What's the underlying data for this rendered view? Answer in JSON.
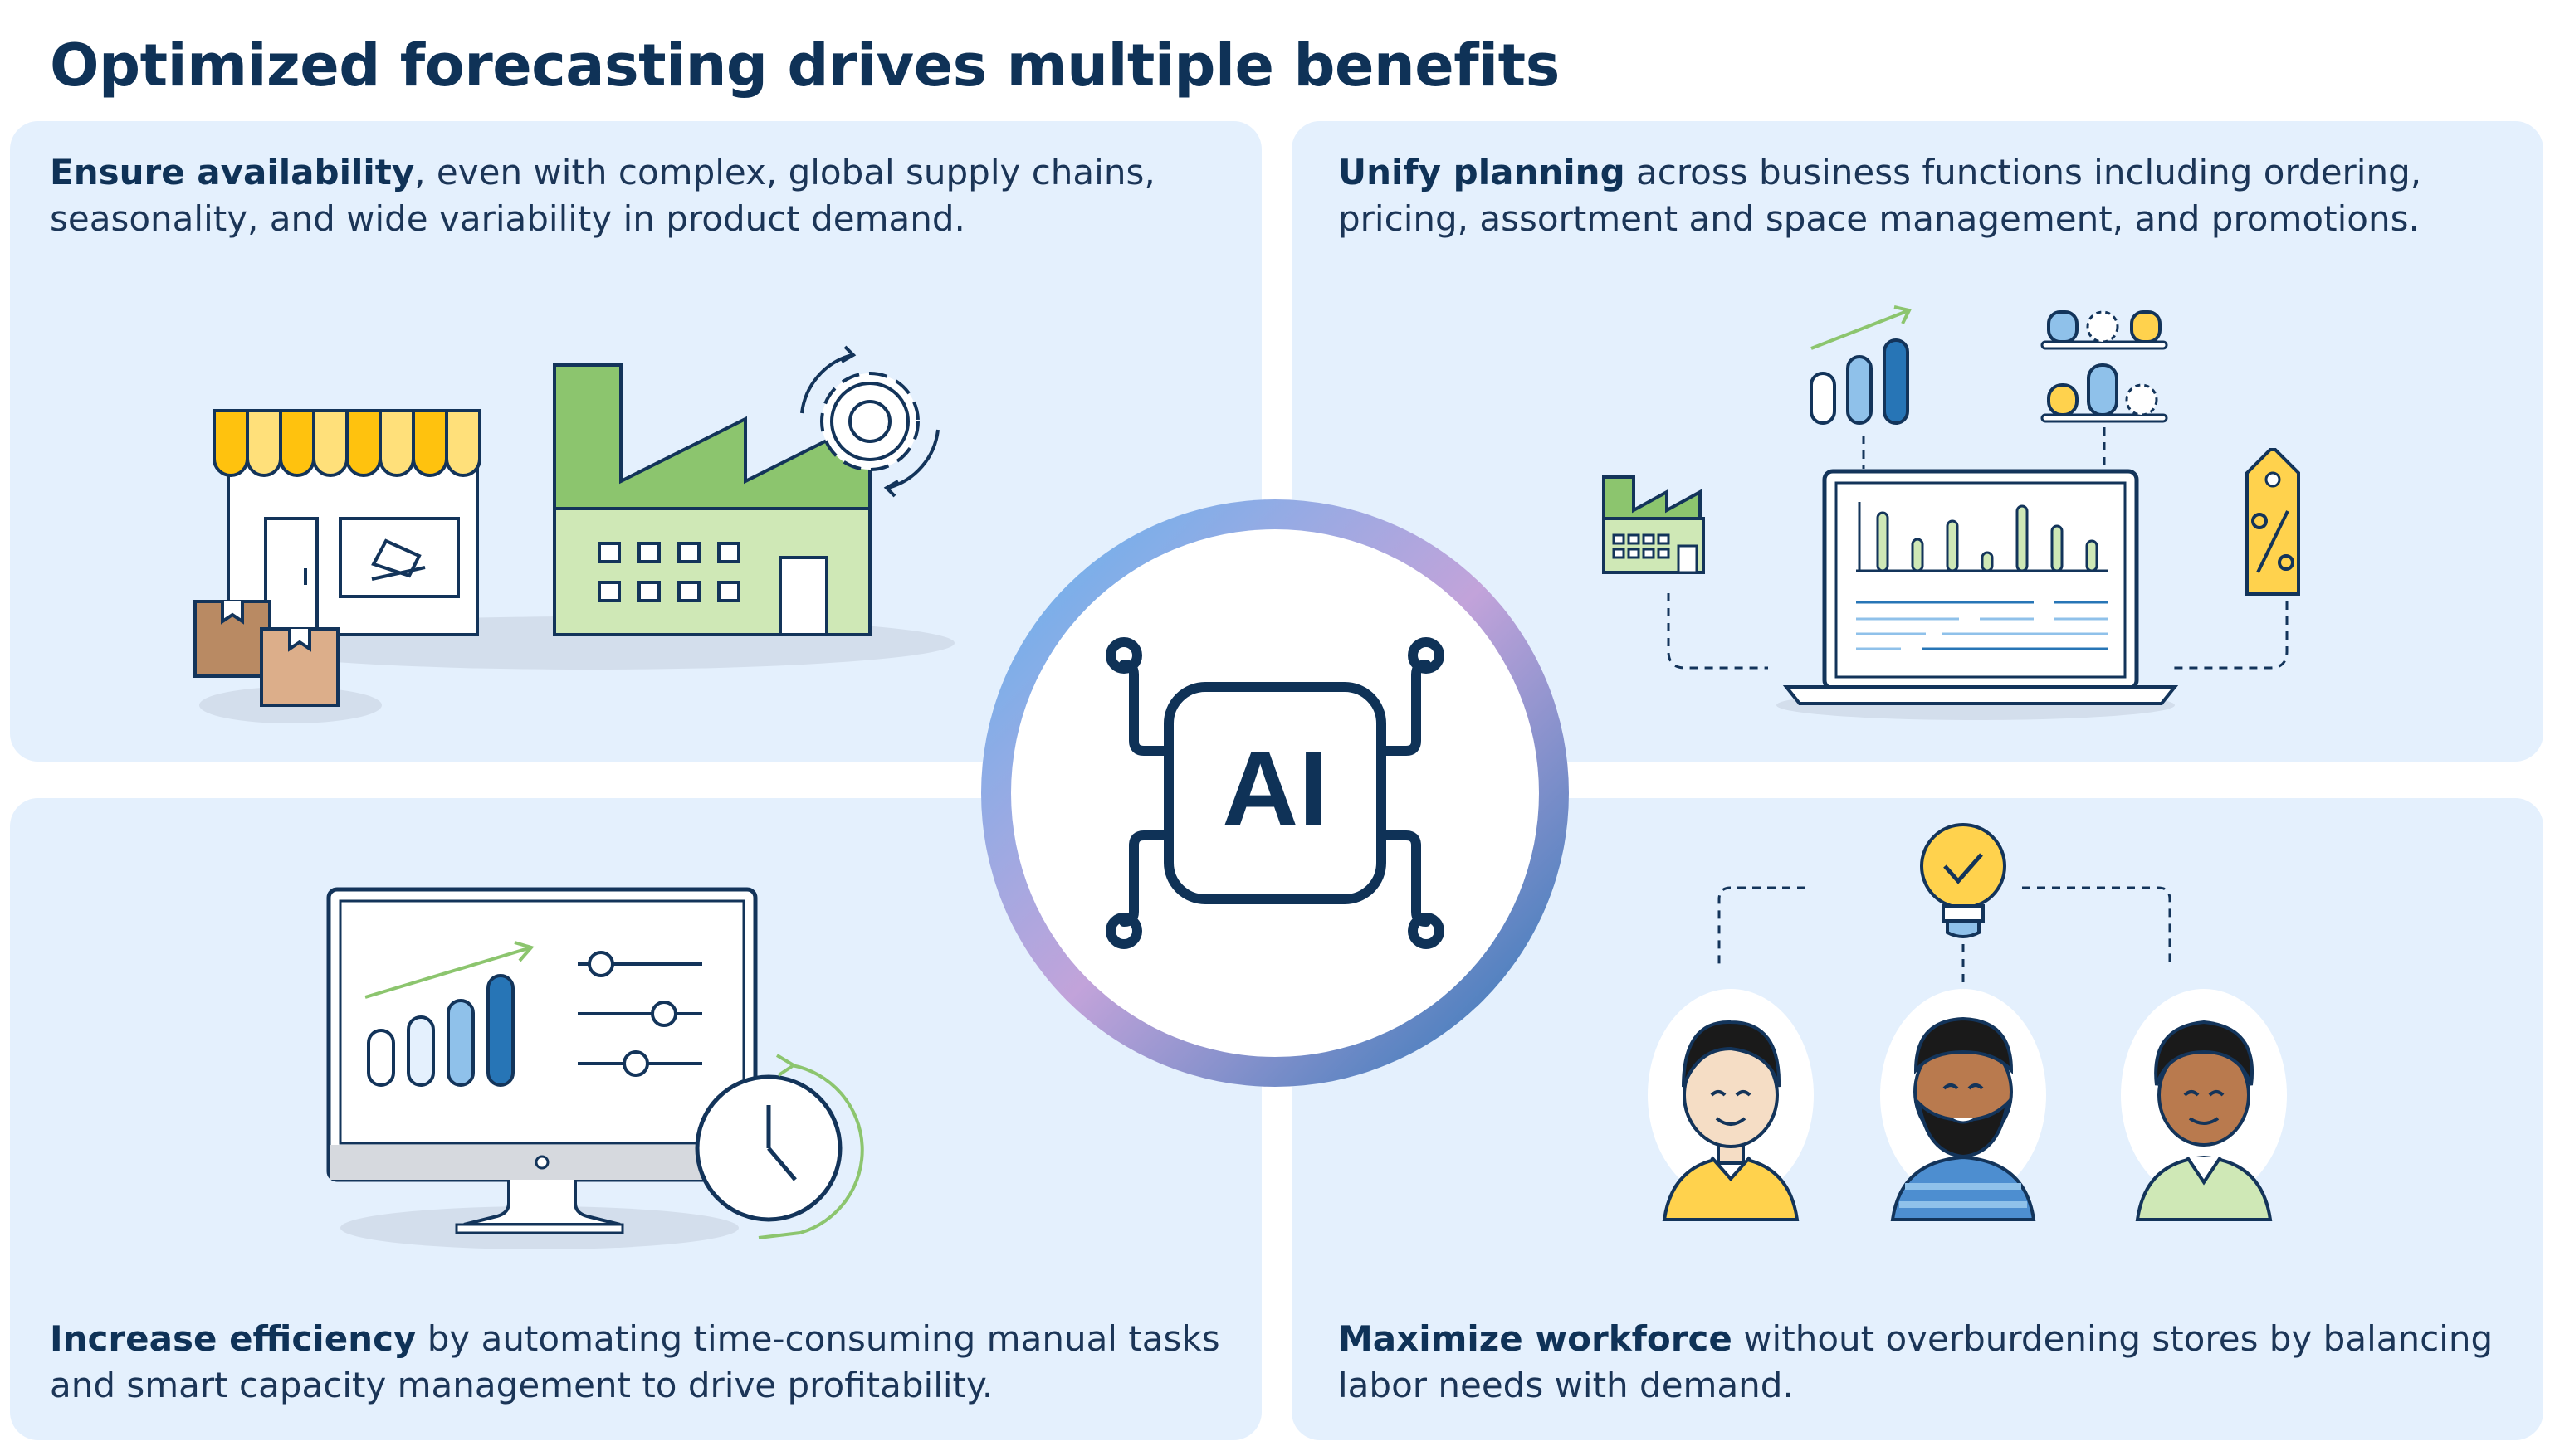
{
  "title": "Optimized forecasting drives multiple benefits",
  "panels": {
    "availability": {
      "heading": "Ensure availability",
      "body": ", even with complex, global supply chains, seasonality, and wide variability in product demand."
    },
    "planning": {
      "heading": "Unify planning",
      "body": " across business functions including ordering, pricing, assortment and space management, and promotions."
    },
    "efficiency": {
      "heading": "Increase efficiency",
      "body": " by automating time-consuming manual tasks and smart capacity management to drive profitability."
    },
    "workforce": {
      "heading": "Maximize workforce",
      "body": " without overburdening stores by balancing labor needs with demand."
    }
  },
  "center": {
    "label": "AI"
  },
  "colors": {
    "title": "#0f3257",
    "panel_bg": "#e4f0fd",
    "navy": "#13345a",
    "green": "#8cc56e",
    "light_green": "#cfe8b6",
    "yellow": "#ffd24d",
    "blue": "#2775b6",
    "light_blue": "#8fc1ea",
    "box_brown": "#b98a63",
    "ring_blue": "#5fb4f0",
    "ring_purple": "#c2a3da"
  },
  "icons": {
    "store": "storefront-icon",
    "factory": "factory-icon",
    "gear": "gear-icon",
    "boxes": "boxes-icon",
    "laptop": "laptop-chart-icon",
    "shelves": "shelf-icon",
    "price_tag": "price-tag-percent-icon",
    "monitor": "monitor-dashboard-icon",
    "clock": "clock-icon",
    "lightbulb": "lightbulb-check-icon",
    "people": "people-avatars-icon",
    "chip": "ai-chip-icon"
  }
}
